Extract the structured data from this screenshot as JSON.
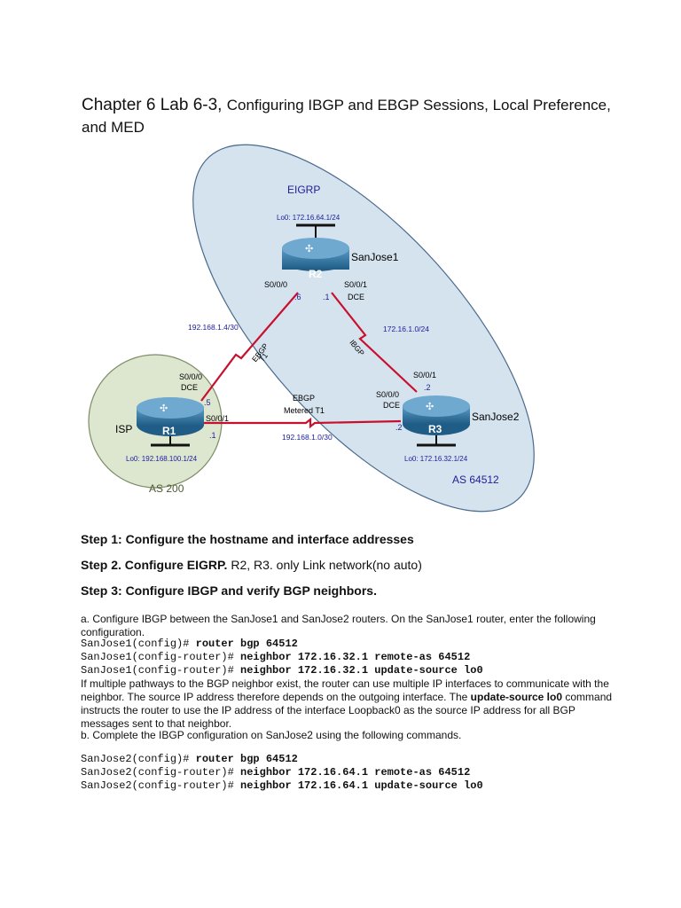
{
  "header": {
    "chapter": "Chapter 6 Lab 6-3, ",
    "title": "Configuring IBGP and EBGP Sessions, Local Preference, and MED"
  },
  "diagram": {
    "eigrp_label": "EIGRP",
    "as_left": "AS 200",
    "as_right": "AS 64512",
    "r2": {
      "name": "R2",
      "hostname": "SanJose1",
      "lo": "Lo0: 172.16.64.1/24",
      "s000": "S0/0/0",
      "s001": "S0/0/1",
      "dce": "DCE",
      "ip6": ".6",
      "ip1": ".1"
    },
    "r1": {
      "name": "R1",
      "hostname": "ISP",
      "lo": "Lo0: 192.168.100.1/24",
      "s000": "S0/0/0",
      "dce": "DCE",
      "ip5": ".5",
      "s001": "S0/0/1",
      "ip1": ".1"
    },
    "r3": {
      "name": "R3",
      "hostname": "SanJose2",
      "lo": "Lo0: 172.16.32.1/24",
      "s001": "S0/0/1",
      "ip2a": ".2",
      "s000": "S0/0/0",
      "dce": "DCE",
      "ip2b": ".2"
    },
    "links": {
      "r1r2_net": "192.168.1.4/30",
      "r1r2_type1": "EBGP",
      "r1r2_type2": "T1",
      "r2r3_net": "172.16.1.0/24",
      "r2r3_type": "IBGP",
      "r1r3_type1": "EBGP",
      "r1r3_type2": "Metered T1",
      "r1r3_net": "192.168.1.0/30"
    },
    "colors": {
      "ellipse_fill": "#d5e3ee",
      "ellipse_stroke": "#4a6a8e",
      "circle_fill": "#dde6cf",
      "circle_stroke": "#7d8c66",
      "router": "#2f6f9a",
      "link": "#c8102e",
      "ip_text": "#20209a"
    }
  },
  "steps": {
    "s1": "Step 1: Configure the hostname and interface addresses",
    "s2_bold": "Step 2. Configure EIGRP.",
    "s2_rest": " R2, R3. only Link network(no auto)",
    "s3": "Step 3: Configure IBGP and verify BGP neighbors."
  },
  "text": {
    "a": "a. Configure IBGP between the SanJose1 and SanJose2 routers. On the SanJose1 router, enter the following configuration.",
    "para1": "If multiple pathways to the BGP neighbor exist, the router can use multiple IP interfaces to communicate with the neighbor. The source IP address therefore depends on the outgoing interface. The",
    "para2_bold": "update-source lo0",
    "para2_rest": " command instructs the router to use the IP address of the interface Loopback0 as the source IP address for all BGP messages sent to that neighbor.",
    "b": "b. Complete the IBGP configuration on SanJose2 using the following commands."
  },
  "code1": [
    {
      "prompt": "SanJose1(config)# ",
      "cmd": "router bgp 64512"
    },
    {
      "prompt": "SanJose1(config-router)# ",
      "cmd": "neighbor 172.16.32.1 remote-as 64512"
    },
    {
      "prompt": "SanJose1(config-router)# ",
      "cmd": "neighbor 172.16.32.1 update-source lo0"
    }
  ],
  "code2": [
    {
      "prompt": "SanJose2(config)# ",
      "cmd": "router bgp 64512"
    },
    {
      "prompt": "SanJose2(config-router)# ",
      "cmd": "neighbor 172.16.64.1 remote-as 64512"
    },
    {
      "prompt": "SanJose2(config-router)# ",
      "cmd": "neighbor 172.16.64.1 update-source lo0"
    }
  ]
}
